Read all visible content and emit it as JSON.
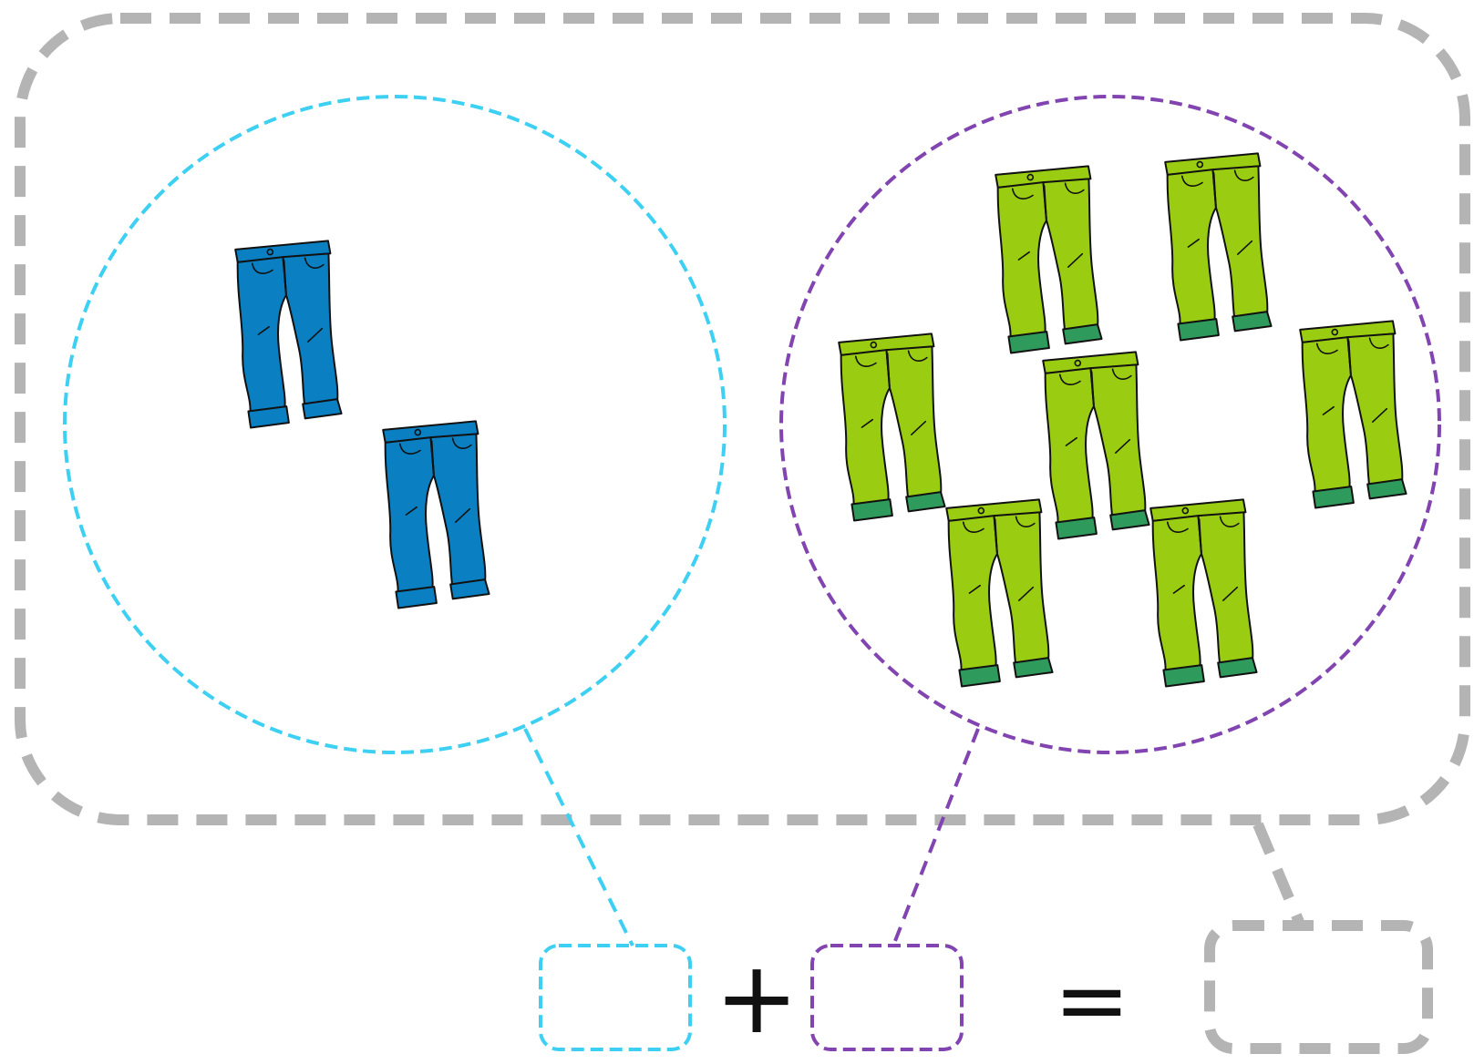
{
  "equation": {
    "plus_sign": "+",
    "equals_sign": "=",
    "left_addend": "",
    "right_addend": "",
    "sum": ""
  },
  "groups": [
    {
      "name": "blue-jeans",
      "count": 2,
      "pants_color": "#0a7fc2",
      "cuff_color": "#0a7fc2",
      "circle_color": "#3dd0f2"
    },
    {
      "name": "green-jeans",
      "count": 7,
      "pants_color": "#9acd12",
      "cuff_color": "#2e9a5c",
      "circle_color": "#8144b0"
    }
  ],
  "outer_frame_color": "#b4b4b4",
  "box_colors": {
    "left": "#3dd0f2",
    "right": "#8144b0",
    "total": "#b4b4b4"
  }
}
